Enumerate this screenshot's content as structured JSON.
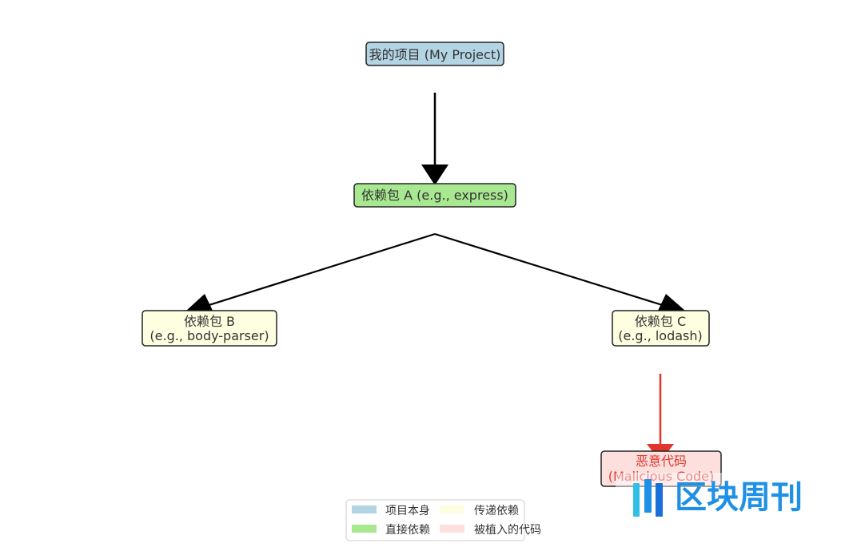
{
  "nodes": {
    "project": {
      "label": "我的项目 (My Project)"
    },
    "dep_a": {
      "label": "依赖包 A (e.g., express)"
    },
    "dep_b": {
      "line1": "依赖包 B",
      "line2": "(e.g., body-parser)"
    },
    "dep_c": {
      "line1": "依赖包 C",
      "line2": "(e.g., lodash)"
    },
    "malicious": {
      "line1": "恶意代码",
      "line2": "(Malicious Code)"
    }
  },
  "legend": {
    "items": [
      {
        "label": "项目本身",
        "color": "#b3d4e2"
      },
      {
        "label": "直接依赖",
        "color": "#a8e890"
      },
      {
        "label": "传递依赖",
        "color": "#fefee0"
      },
      {
        "label": "被植入的代码",
        "color": "#fde0de"
      }
    ]
  },
  "colors": {
    "project": "#b3d4e2",
    "direct": "#a8e890",
    "transitive": "#fefee0",
    "malicious_fill": "#fde0de",
    "malicious_text": "#e0362c",
    "edge": "#000000",
    "malicious_edge": "#e0362c"
  },
  "watermark": {
    "text": "区块周刊"
  }
}
